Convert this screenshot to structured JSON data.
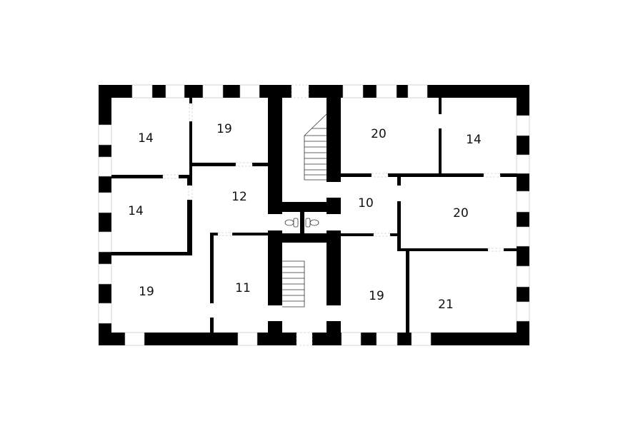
{
  "plan": {
    "wall_color": "#000000",
    "background": "#ffffff",
    "rooms": [
      {
        "area": "14"
      },
      {
        "area": "19"
      },
      {
        "area": "14"
      },
      {
        "area": "12"
      },
      {
        "area": "19"
      },
      {
        "area": "11"
      },
      {
        "area": "20"
      },
      {
        "area": "14"
      },
      {
        "area": "10"
      },
      {
        "area": "20"
      },
      {
        "area": "19"
      },
      {
        "area": "21"
      }
    ]
  }
}
